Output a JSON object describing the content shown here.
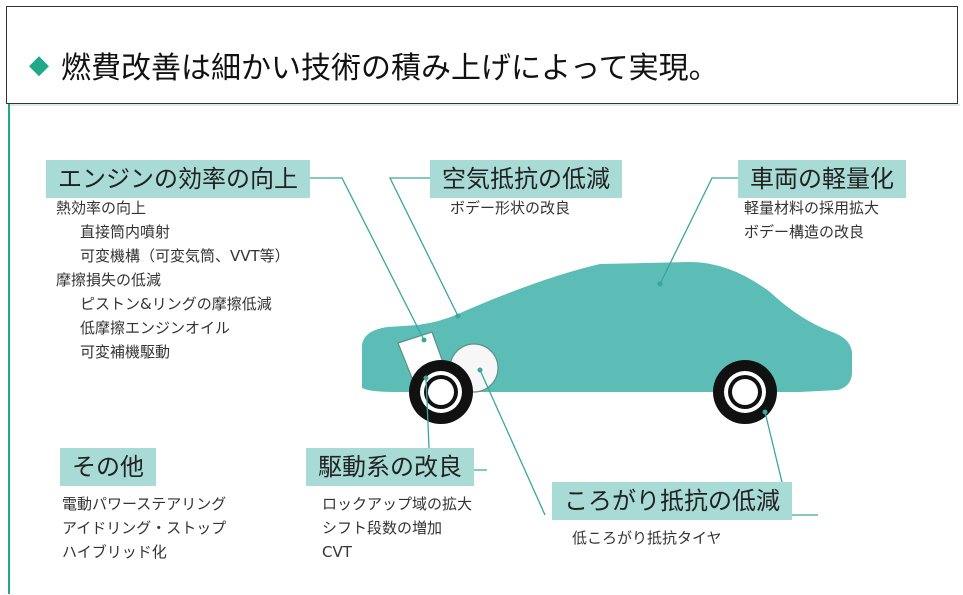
{
  "title": "燃費改善は細かい技術の積み上げによって実現。",
  "colors": {
    "accent": "#1fa98a",
    "car_body": "#5bbdb5",
    "header_bg": "#a9dbd6"
  },
  "sections": {
    "engine": {
      "heading": "エンジンの効率の向上",
      "items": [
        "熱効率の向上",
        "直接筒内噴射",
        "可変機構（可変気筒、VVT等）",
        "摩擦損失の低減",
        "ピストン&リングの摩擦低減",
        "低摩擦エンジンオイル",
        "可変補機駆動"
      ]
    },
    "aero": {
      "heading": "空気抵抗の低減",
      "items": [
        "ボデー形状の改良"
      ]
    },
    "weight": {
      "heading": "車両の軽量化",
      "items": [
        "軽量材料の採用拡大",
        "ボデー構造の改良"
      ]
    },
    "other": {
      "heading": "その他",
      "items": [
        "電動パワーステアリング",
        "アイドリング・ストップ",
        "ハイブリッド化"
      ]
    },
    "drivetrain": {
      "heading": "駆動系の改良",
      "items": [
        "ロックアップ域の拡大",
        "シフト段数の増加",
        "CVT"
      ]
    },
    "rolling": {
      "heading": "ころがり抵抗の低減",
      "items": [
        "低ころがり抵抗タイヤ"
      ]
    }
  }
}
